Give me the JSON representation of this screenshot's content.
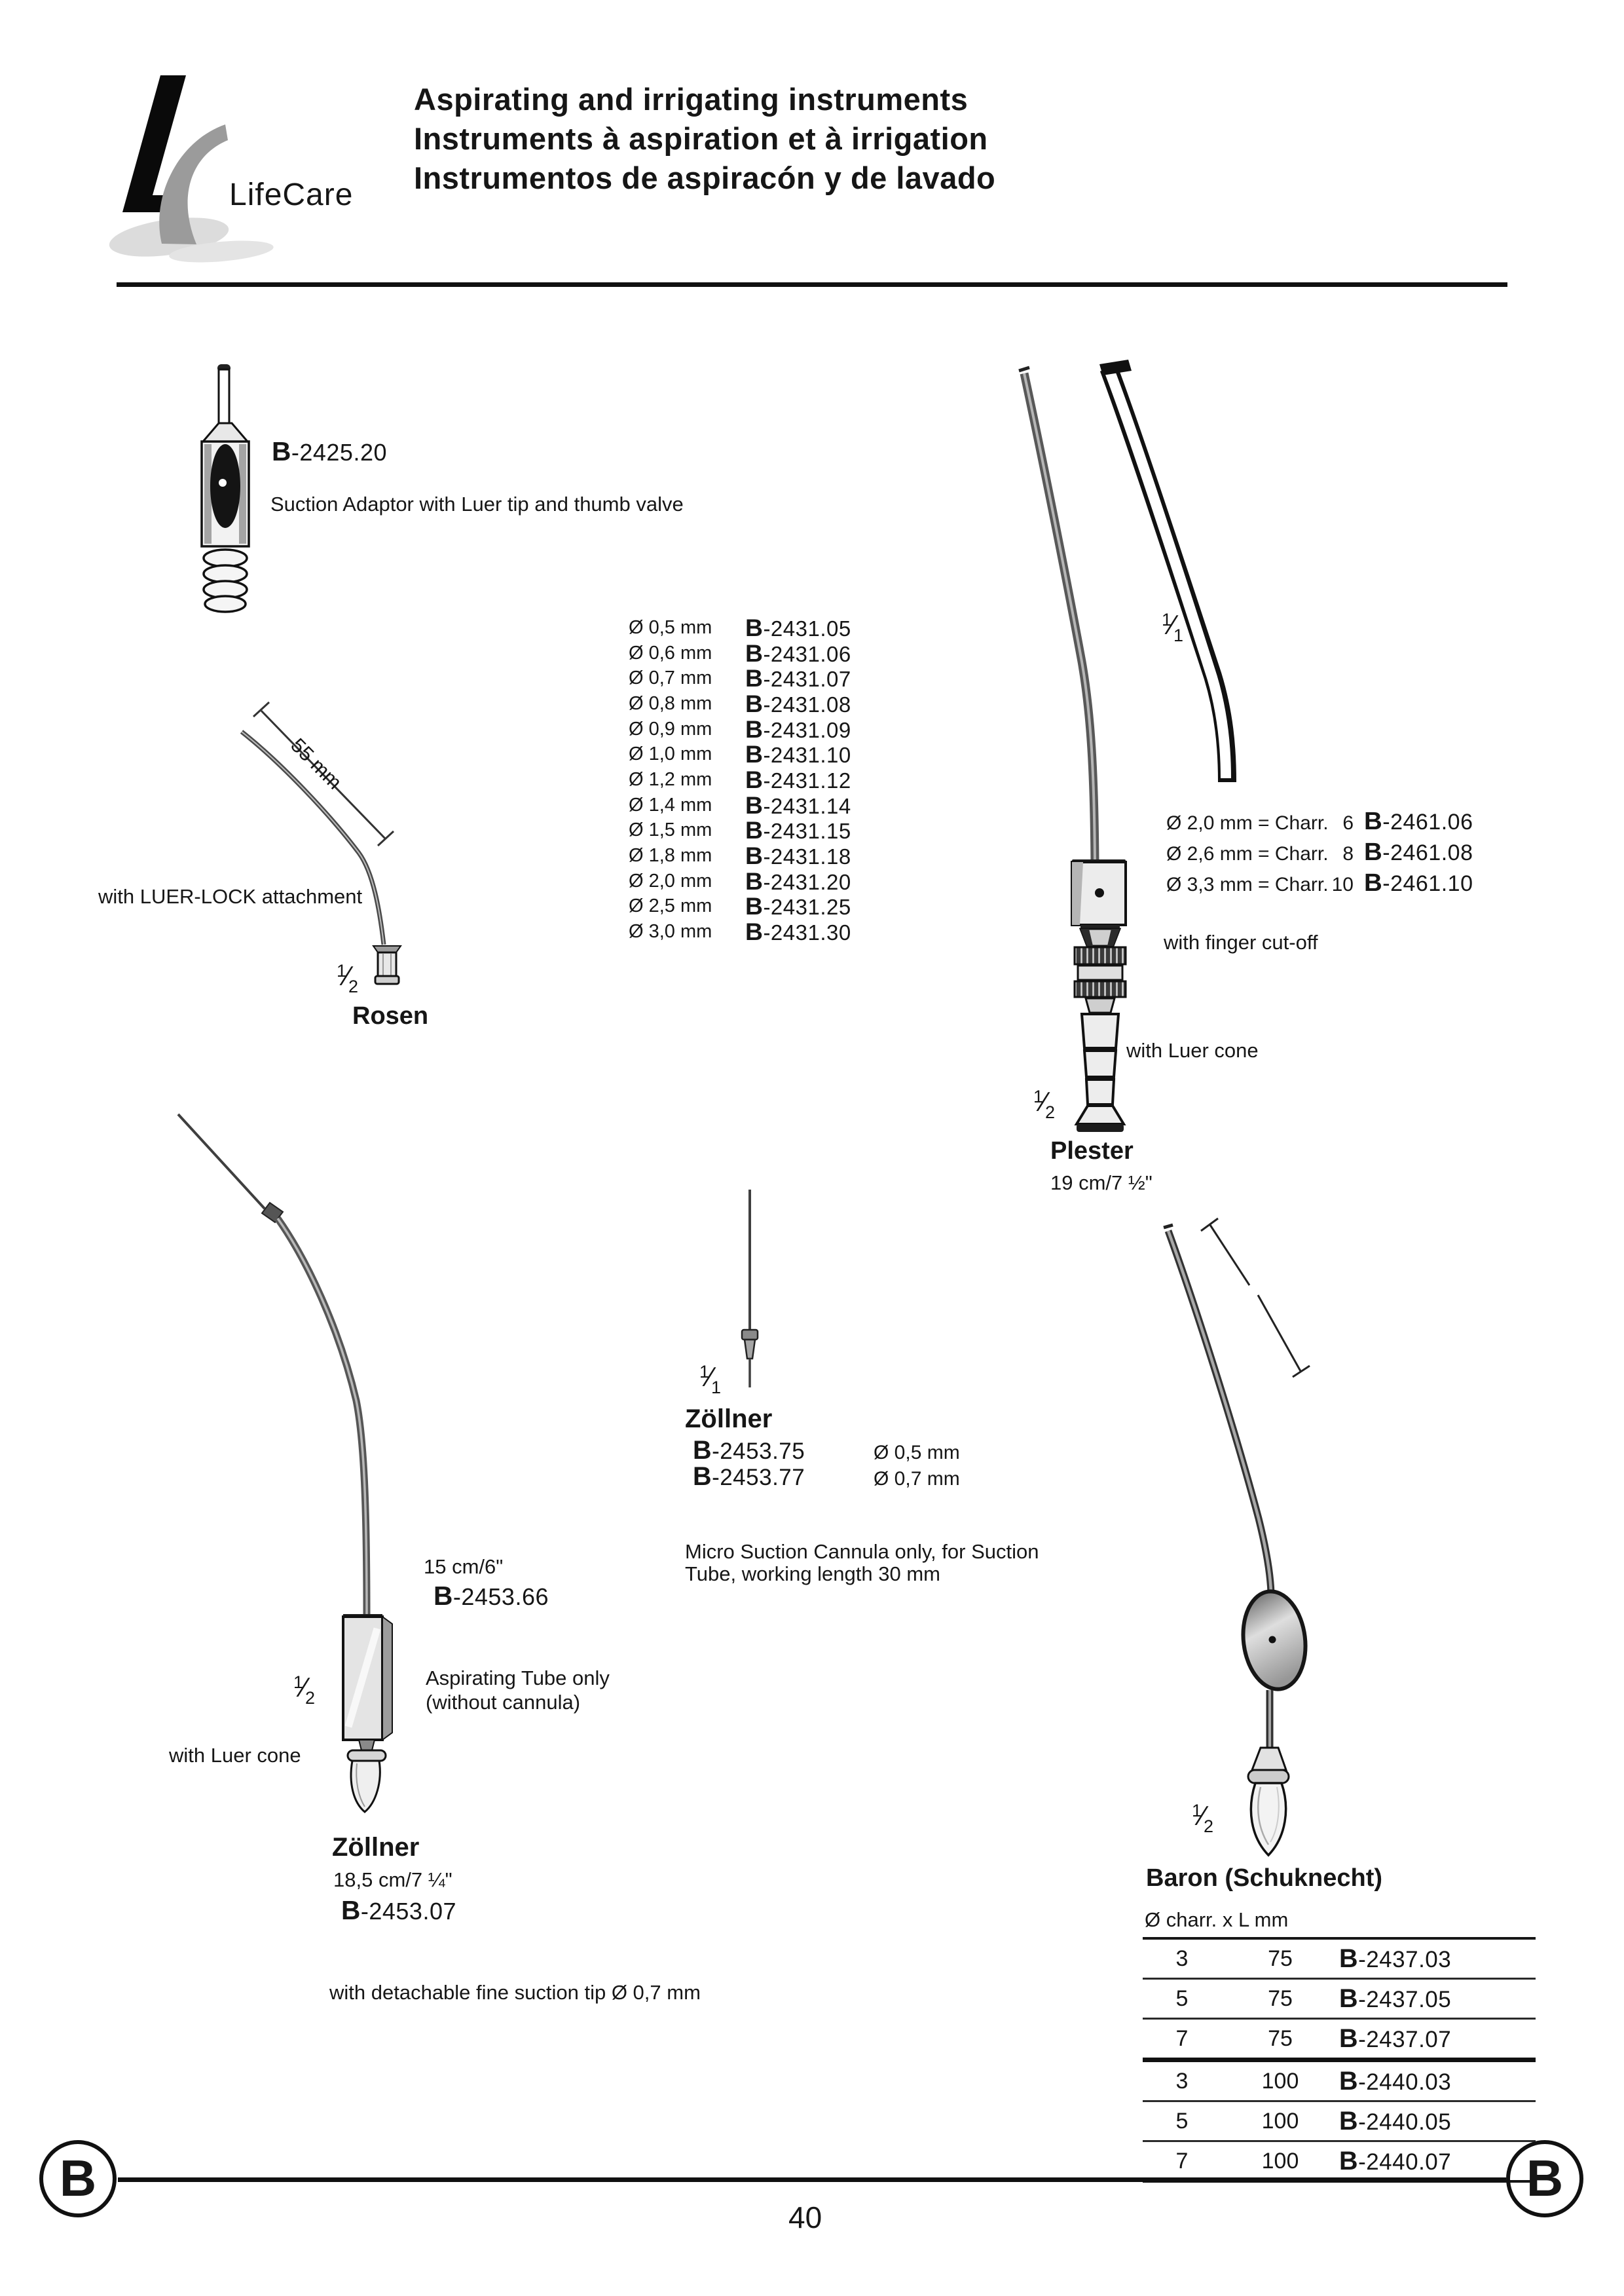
{
  "header": {
    "brand": "LifeCare",
    "title_en": "Aspirating and irrigating instruments",
    "title_fr": "Instruments à aspiration et à irrigation",
    "title_es": "Instrumentos de aspiracón y de lavado"
  },
  "suction_adaptor": {
    "code": "B-2425.20",
    "description": "Suction Adaptor with Luer tip and thumb valve"
  },
  "cannulas": {
    "items": [
      {
        "dia": "Ø 0,5 mm",
        "code": "B-2431.05"
      },
      {
        "dia": "Ø 0,6 mm",
        "code": "B-2431.06"
      },
      {
        "dia": "Ø 0,7 mm",
        "code": "B-2431.07"
      },
      {
        "dia": "Ø 0,8 mm",
        "code": "B-2431.08"
      },
      {
        "dia": "Ø 0,9 mm",
        "code": "B-2431.09"
      },
      {
        "dia": "Ø 1,0 mm",
        "code": "B-2431.10"
      },
      {
        "dia": "Ø 1,2 mm",
        "code": "B-2431.12"
      },
      {
        "dia": "Ø 1,4 mm",
        "code": "B-2431.14"
      },
      {
        "dia": "Ø 1,5 mm",
        "code": "B-2431.15"
      },
      {
        "dia": "Ø 1,8 mm",
        "code": "B-2431.18"
      },
      {
        "dia": "Ø 2,0 mm",
        "code": "B-2431.20"
      },
      {
        "dia": "Ø 2,5 mm",
        "code": "B-2431.25"
      },
      {
        "dia": "Ø 3,0 mm",
        "code": "B-2431.30"
      }
    ]
  },
  "rosen": {
    "name": "Rosen",
    "dim_label": "55 mm",
    "note": "with LUER-LOCK attachment",
    "scale": {
      "num": "1",
      "den": "2"
    }
  },
  "plester": {
    "name": "Plester",
    "length": "19 cm/7 ½\"",
    "scale_tubes": {
      "num": "1",
      "den": "1"
    },
    "scale": {
      "num": "1",
      "den": "2"
    },
    "note_finger": "with finger cut-off",
    "note_luer": "with Luer cone",
    "sizes": [
      {
        "dia": "Ø 2,0 mm = Charr.",
        "num": "6",
        "code": "B-2461.06"
      },
      {
        "dia": "Ø 2,6 mm = Charr.",
        "num": "8",
        "code": "B-2461.08"
      },
      {
        "dia": "Ø 3,3 mm = Charr.",
        "num": "10",
        "code": "B-2461.10"
      }
    ]
  },
  "zollner_tube": {
    "name": "Zöllner",
    "tube_length": "15 cm/6\"",
    "tube_code": "B-2453.66",
    "desc_line1": "Aspirating Tube only",
    "desc_line2": "(without cannula)",
    "note_luer": "with Luer cone",
    "scale": {
      "num": "1",
      "den": "2"
    },
    "total_length": "18,5 cm/7 ¼\"",
    "code": "B-2453.07",
    "tip_note": "with detachable fine suction tip Ø 0,7 mm"
  },
  "zollner_micro": {
    "name": "Zöllner",
    "scale": {
      "num": "1",
      "den": "1"
    },
    "items": [
      {
        "code": "B-2453.75",
        "dia": "Ø 0,5 mm"
      },
      {
        "code": "B-2453.77",
        "dia": "Ø 0,7 mm"
      }
    ],
    "desc_line1": "Micro Suction Cannula only, for Suction",
    "desc_line2": "Tube, working length 30 mm"
  },
  "baron": {
    "name": "Baron (Schuknecht)",
    "columns": "Ø charr. x L mm",
    "scale": {
      "num": "1",
      "den": "2"
    },
    "rows_75": [
      {
        "charr": "3",
        "len": "75",
        "code": "B-2437.03"
      },
      {
        "charr": "5",
        "len": "75",
        "code": "B-2437.05"
      },
      {
        "charr": "7",
        "len": "75",
        "code": "B-2437.07"
      }
    ],
    "rows_100": [
      {
        "charr": "3",
        "len": "100",
        "code": "B-2440.03"
      },
      {
        "charr": "5",
        "len": "100",
        "code": "B-2440.05"
      },
      {
        "charr": "7",
        "len": "100",
        "code": "B-2440.07"
      }
    ]
  },
  "footer": {
    "badge": "B",
    "page_number": "40"
  }
}
